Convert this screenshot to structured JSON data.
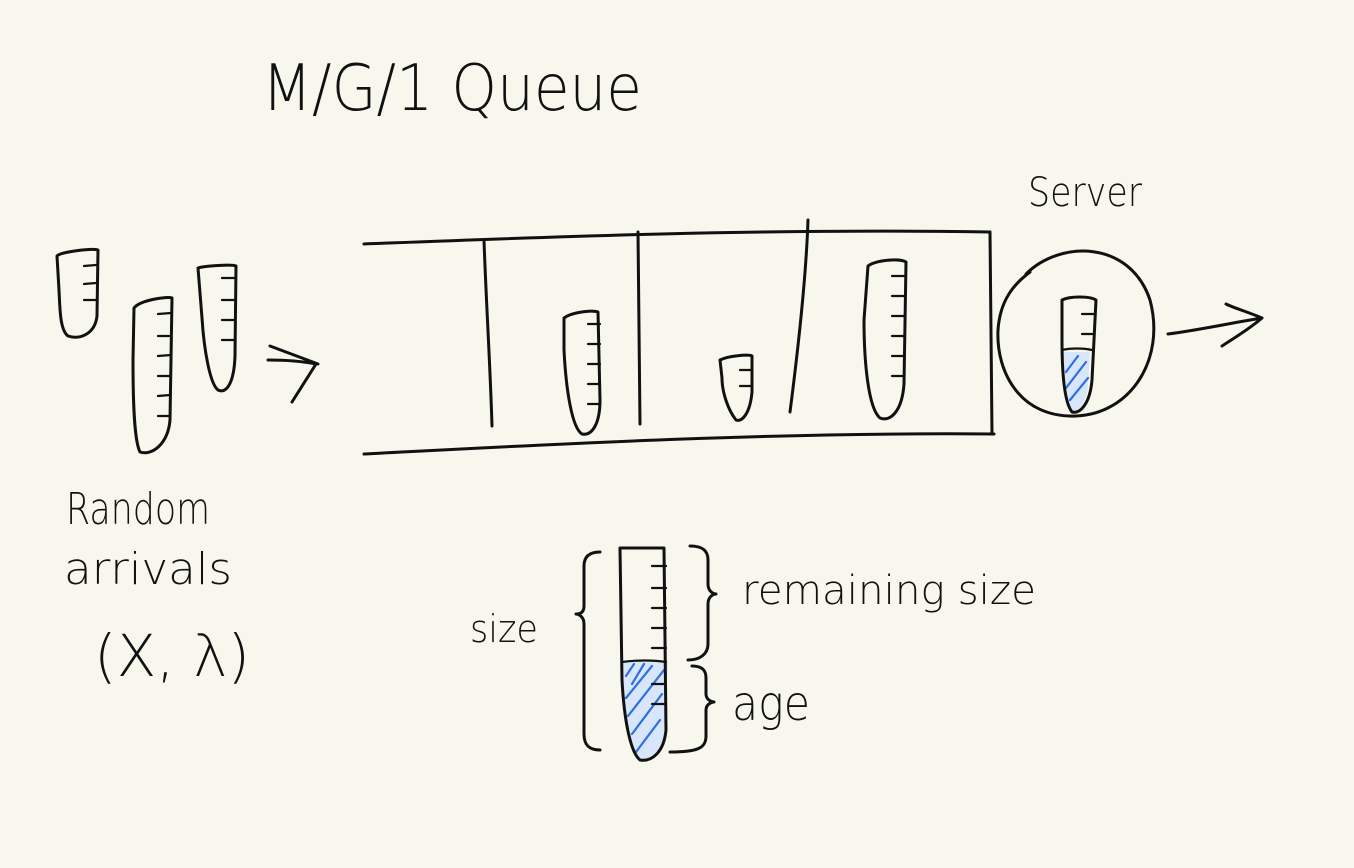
{
  "title": "M/G/1 Queue",
  "labels": {
    "server": "Server",
    "arrivals_line1": "Random",
    "arrivals_line2": "arrivals",
    "arrivals_params": "(X, λ)",
    "size": "size",
    "remaining_size": "remaining size",
    "age": "age"
  },
  "colors": {
    "background": "#f7f7ee",
    "ink": "#111111",
    "hatch": "#2f6fe0"
  },
  "icons": {
    "job": "test-tube-icon",
    "arrow": "arrow-right-icon"
  }
}
